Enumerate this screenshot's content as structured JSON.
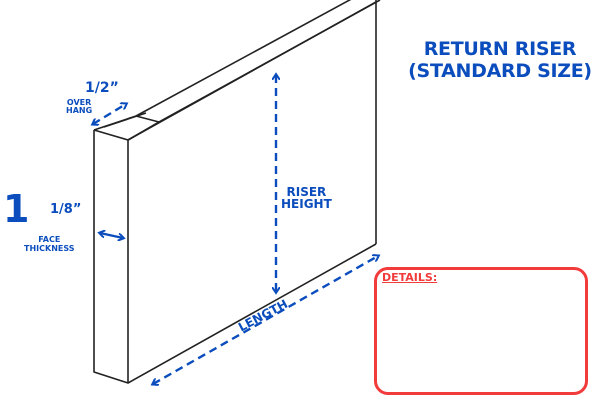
{
  "title": {
    "line1": "RETURN RISER",
    "line2": "(STANDARD SIZE)"
  },
  "dimensions": {
    "overhang": {
      "value": "1/2”",
      "label_line1": "OVER",
      "label_line2": "HANG"
    },
    "face_thickness": {
      "whole": "1",
      "fraction": "1/8”",
      "label_line1": "FACE",
      "label_line2": "THICKNESS"
    },
    "riser_height": {
      "label_line1": "RISER",
      "label_line2": "HEIGHT"
    },
    "length": {
      "label": "LENGTH"
    }
  },
  "details": {
    "label": "DETAILS:",
    "content": ""
  },
  "colors": {
    "dimension_blue": "#0b4dbd",
    "details_red": "#f23b3b",
    "outline": "#222222"
  }
}
